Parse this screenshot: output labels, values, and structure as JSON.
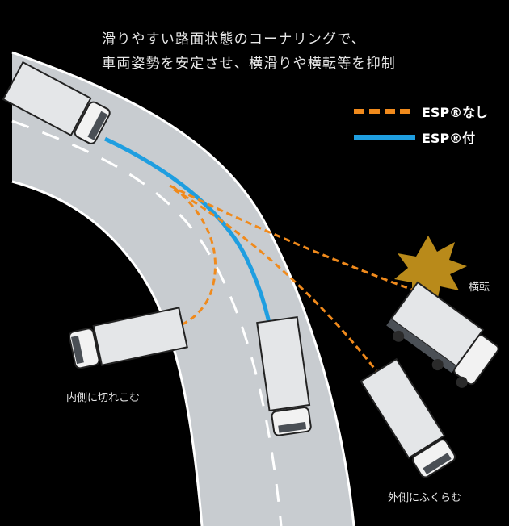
{
  "caption": {
    "line1": "滑りやすい路面状態のコーナリングで、",
    "line2": "車両姿勢を安定させ、横滑りや横転等を抑制"
  },
  "legend": {
    "without_esp": "ESP®なし",
    "with_esp": "ESP®付"
  },
  "labels": {
    "rollover": "横転",
    "cut_inside": "内側に切れこむ",
    "drift_outside": "外側にふくらむ"
  },
  "colors": {
    "background": "#000000",
    "road": "#c8ccd0",
    "without_esp": "#f08a1c",
    "with_esp": "#1f9ee0",
    "burst": "#b98a1a"
  }
}
